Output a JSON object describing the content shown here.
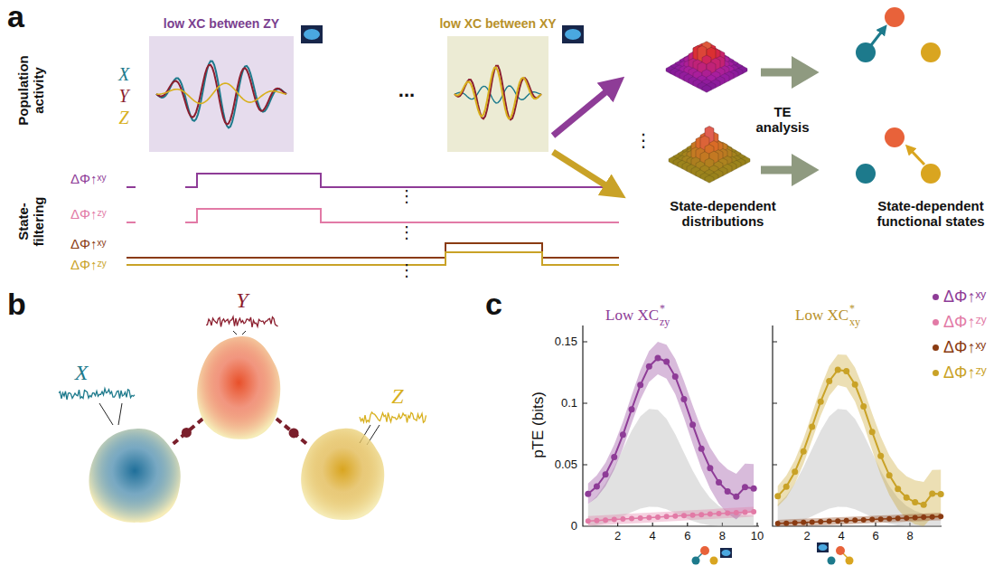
{
  "diagram": {
    "nodes": [
      {
        "text": [
          "low XC between ZY"
        ]
      },
      {
        "text": [
          "low XC between XY"
        ]
      },
      {
        "text": [
          "Y"
        ]
      },
      {
        "text": [
          "X"
        ]
      },
      {
        "text": [
          "Z"
        ]
      }
    ],
    "edges": [
      {
        "from": 2,
        "to": 3,
        "arrow": "none"
      },
      {
        "from": 2,
        "to": 4,
        "arrow": "none"
      }
    ],
    "labels": [
      "a",
      "Population activity",
      "X",
      "Y",
      "Z",
      "...",
      "State-filtering",
      "ΔΦ↑ˣʸ",
      "ΔΦ↑ᶻʸ",
      "ΔΦ↑ˣʸ",
      "ΔΦ↑ᶻʸ",
      "⋮",
      "⋮",
      "⋮",
      "⋮",
      "TE analysis",
      "State-dependent distributions",
      "State-dependent functional states",
      "b",
      "c",
      "Low XC",
      "*",
      "zy",
      "Low XC",
      "*",
      "xy",
      "pTE (bits)",
      "0.15",
      "0.1",
      "0.05",
      "0",
      "2",
      "4",
      "6",
      "8",
      "10",
      "2",
      "4",
      "6",
      "8"
    ],
    "legend": [
      {
        "text": "ΔΦ↑ˣʸ",
        "color": "#8e3c97"
      },
      {
        "text": "ΔΦ↑ᶻʸ",
        "color": "#e27aa6"
      },
      {
        "text": "ΔΦ↑ˣʸ",
        "color": "#8a3b12"
      },
      {
        "text": "ΔΦ↑ᶻʸ",
        "color": "#c9a227"
      }
    ]
  }
}
